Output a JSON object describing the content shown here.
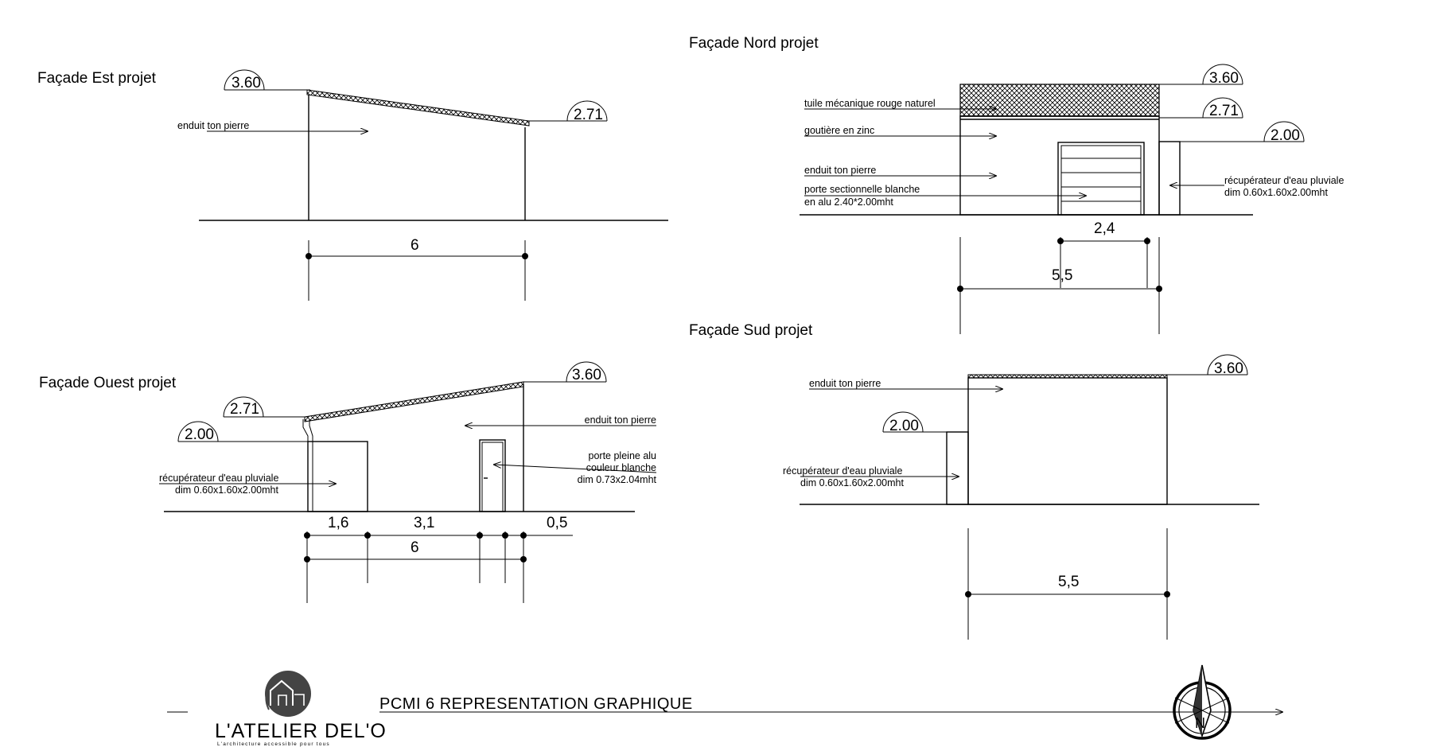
{
  "sheet": {
    "est": {
      "title": "Façade Est projet",
      "lvl_top": "3.60",
      "lvl_eave": "2.71",
      "note_enduit": "enduit ton pierre",
      "dim_total": "6"
    },
    "nord": {
      "title": "Façade Nord projet",
      "lvl_top": "3.60",
      "lvl_eave": "2.71",
      "lvl_tank": "2.00",
      "note_tuile": "tuile mécanique rouge naturel",
      "note_gouttiere": "goutière en zinc",
      "note_enduit": "enduit ton pierre",
      "note_porte_1": "porte sectionnelle blanche",
      "note_porte_2": "en alu 2.40*2.00mht",
      "note_recup_1": "récupérateur d'eau pluviale",
      "note_recup_2": "dim 0.60x1.60x2.00mht",
      "dim_door": "2,4",
      "dim_total": "5,5"
    },
    "ouest": {
      "title": "Façade Ouest projet",
      "lvl_top": "3.60",
      "lvl_eave": "2.71",
      "lvl_tank": "2.00",
      "note_enduit": "enduit ton pierre",
      "note_porte_1": "porte pleine alu",
      "note_porte_2": "couleur blanche",
      "note_porte_3": "dim 0.73x2.04mht",
      "note_recup_1": "récupérateur d'eau pluviale",
      "note_recup_2": "dim 0.60x1.60x2.00mht",
      "dim_a": "1,6",
      "dim_b": "3,1",
      "dim_c": "0,5",
      "dim_total": "6"
    },
    "sud": {
      "title": "Façade Sud projet",
      "lvl_top": "3.60",
      "lvl_tank": "2.00",
      "note_enduit": "enduit ton pierre",
      "note_recup_1": "récupérateur d'eau pluviale",
      "note_recup_2": "dim 0.60x1.60x2.00mht",
      "dim_total": "5,5"
    },
    "titleblock": {
      "label": "PCMI 6 REPRESENTATION GRAPHIQUE",
      "logo_name": "L'ATELIER DEL'O",
      "logo_tagline": "L'architecture accessible pour tous"
    },
    "compass": {
      "letter": "N"
    }
  }
}
